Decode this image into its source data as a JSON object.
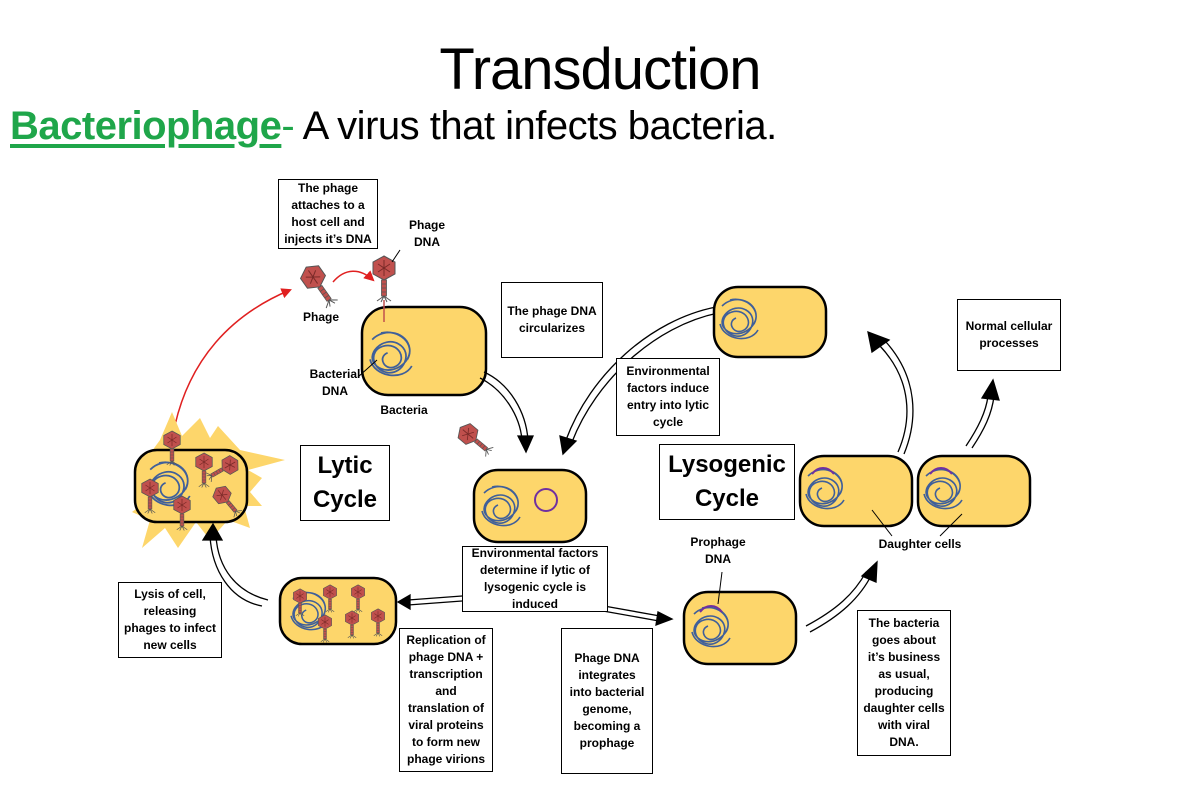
{
  "title": "Transduction",
  "definition": {
    "term": "Bacteriophage",
    "separator": "-",
    "text": " A virus that infects bacteria."
  },
  "cycles": {
    "lytic": "Lytic Cycle",
    "lysogenic": "Lysogenic Cycle"
  },
  "boxes": {
    "attach": "The phage attaches to a host cell and injects it’s DNA",
    "circularizes": "The phage DNA circularizes",
    "environmental_entry": "Environmental factors induce entry into lytic cycle",
    "normal_processes": "Normal cellular processes",
    "environmental_determine": "Environmental factors determine if lytic of lysogenic cycle is induced",
    "lysis": "Lysis of cell, releasing phages to infect new cells",
    "replication": "Replication of phage DNA + transcription and translation of viral proteins to form new phage virions",
    "integrates": "Phage DNA integrates into bacterial genome, becoming a prophage",
    "business": "The bacteria goes about it’s business as usual, producing daughter cells with viral DNA."
  },
  "labels": {
    "phage_dna": "Phage DNA",
    "phage": "Phage",
    "bacterial_dna": "Bacterial DNA",
    "bacteria": "Bacteria",
    "prophage_dna": "Prophage DNA",
    "daughter_cells": "Daughter cells"
  },
  "colors": {
    "cell_fill": "#fdd66b",
    "dna": "#3f5f9a",
    "phage_head": "#c0504d",
    "prophage": "#7030a0",
    "arrow_red": "#e02020",
    "term_green": "#1fa64a"
  }
}
